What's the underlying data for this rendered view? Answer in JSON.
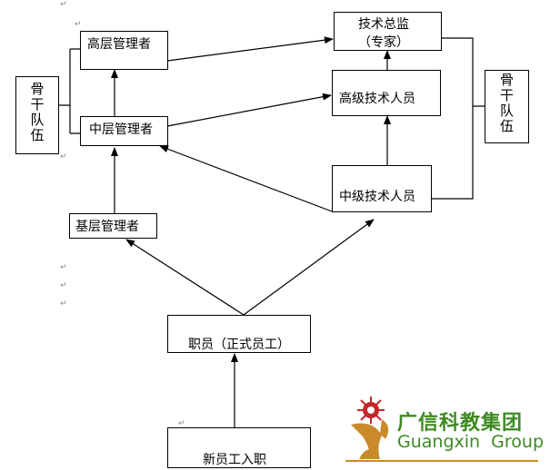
{
  "paragraph_mark": "↵",
  "nodes": {
    "senior_manager": "高层管理者",
    "middle_manager": "中层管理者",
    "junior_manager": "基层管理者",
    "backbone_left": [
      "骨",
      "干",
      "队",
      "伍"
    ],
    "tech_director": "技术总监",
    "tech_director_sub": "（专家）",
    "senior_tech": "高级技术人员",
    "middle_tech": "中级技术人员",
    "backbone_right": [
      "骨",
      "干",
      "队",
      "伍"
    ],
    "staff": "职员（正式员工）",
    "new_employee": "新员工入职"
  },
  "logo": {
    "name_cn": "广信科教集团",
    "name_en": "Guangxin  Group"
  },
  "colors": {
    "logo_green": "#3d8a22",
    "logo_gold": "#c98a2a",
    "logo_red": "#c0282a"
  }
}
